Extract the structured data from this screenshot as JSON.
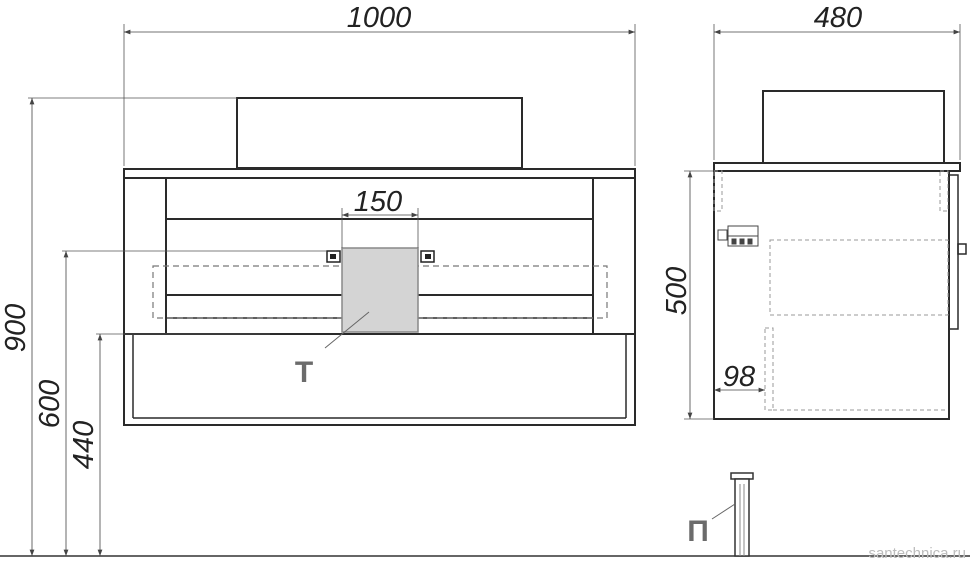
{
  "dimensions": {
    "total_width": "1000",
    "depth": "480",
    "siphon_zone_width": "150",
    "height_total": "900",
    "height_600": "600",
    "height_440": "440",
    "cabinet_height": "500",
    "side_offset": "98"
  },
  "markers": {
    "t_label": "Т",
    "p_label": "П"
  },
  "watermark": "santechnica.ru"
}
